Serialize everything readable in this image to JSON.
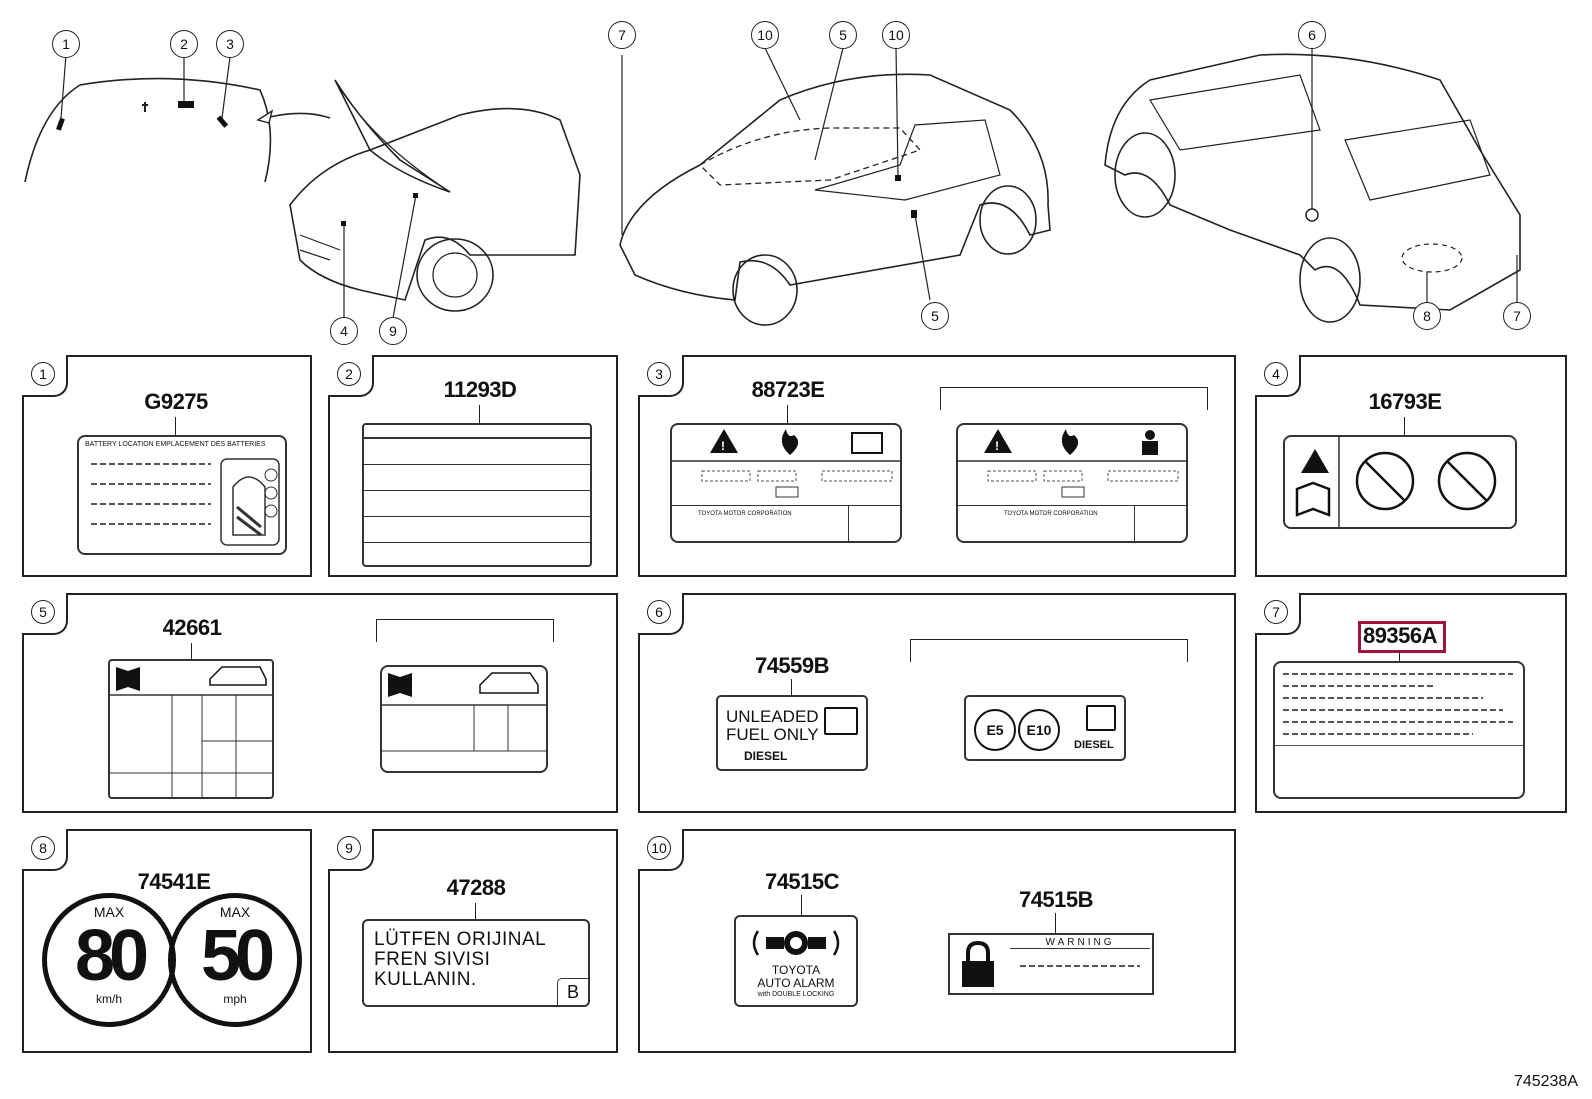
{
  "callouts": [
    "1",
    "2",
    "3",
    "4",
    "5",
    "6",
    "7",
    "8",
    "9",
    "10",
    "5",
    "7",
    "10"
  ],
  "panels": [
    {
      "num": "1",
      "part": "G9275",
      "label_text": "BATTERY LOCATION EMPLACEMENT DES BATTERIES"
    },
    {
      "num": "2",
      "part": "11293D"
    },
    {
      "num": "3",
      "part": "88723E",
      "sub_text": "TOYOTA MOTOR CORPORATION",
      "sub_text2": "TOYOTA MOTOR CORPORATION"
    },
    {
      "num": "4",
      "part": "16793E"
    },
    {
      "num": "5",
      "part": "42661"
    },
    {
      "num": "6",
      "part": "74559B",
      "fuel_line1": "UNLEADED",
      "fuel_line2": "FUEL ONLY",
      "diesel": "DIESEL",
      "e5": "E5",
      "e10": "E10",
      "diesel2": "DIESEL"
    },
    {
      "num": "7",
      "part": "89356A"
    },
    {
      "num": "8",
      "part": "74541E",
      "max1": "MAX",
      "val1": "80",
      "unit1": "km/h",
      "max2": "MAX",
      "val2": "50",
      "unit2": "mph"
    },
    {
      "num": "9",
      "part": "47288",
      "line1": "LÜTFEN ORIJINAL",
      "line2": "FREN SIVISI",
      "line3": "KULLANIN.",
      "corner": "B"
    },
    {
      "num": "10",
      "part": "74515C",
      "part2": "74515B",
      "alarm1": "TOYOTA",
      "alarm2": "AUTO ALARM",
      "alarm3": "with DOUBLE LOCKING",
      "warning": "WARNING"
    }
  ],
  "footer_code": "745238A",
  "colors": {
    "highlight": "#a3123a",
    "line": "#222222"
  }
}
